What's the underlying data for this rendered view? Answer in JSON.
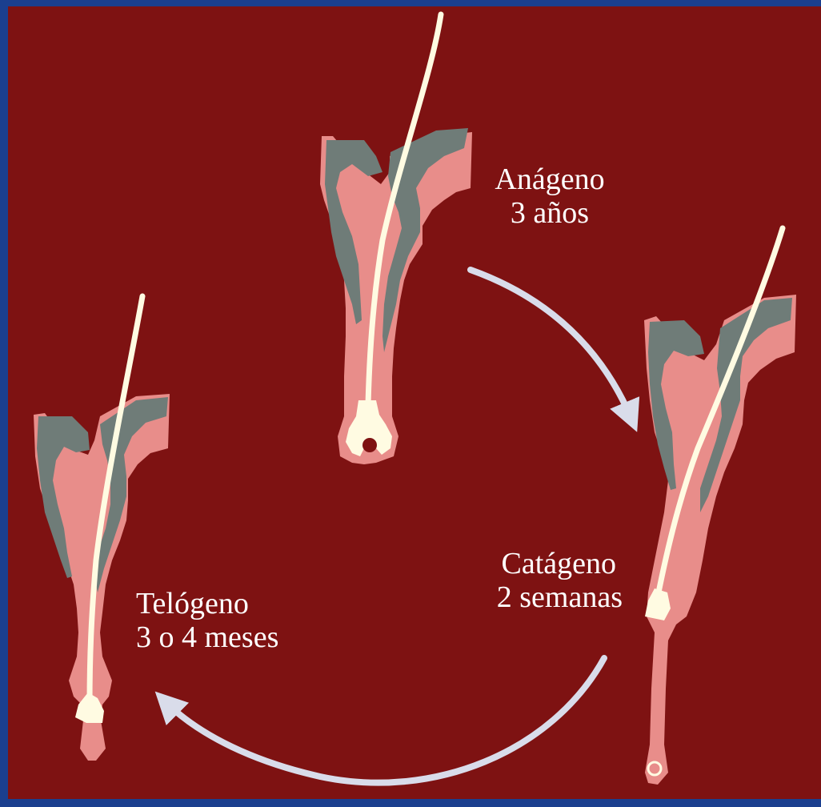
{
  "colors": {
    "frame_blue": "#1b3f8f",
    "background_red": "#7e1212",
    "follicle_pink": "#e88d8a",
    "gland_gray": "#6f7c78",
    "hair_cream": "#fffbe2",
    "arrow": "#d9dcea"
  },
  "stages": [
    {
      "name": "Anágeno",
      "duration": "3 años"
    },
    {
      "name": "Catágeno",
      "duration": "2 semanas"
    },
    {
      "name": "Telógeno",
      "duration": "3 o 4 meses"
    }
  ],
  "arrows": [
    {
      "from": "Anágeno",
      "to": "Catágeno"
    },
    {
      "from": "Catágeno",
      "to": "Telógeno"
    }
  ]
}
